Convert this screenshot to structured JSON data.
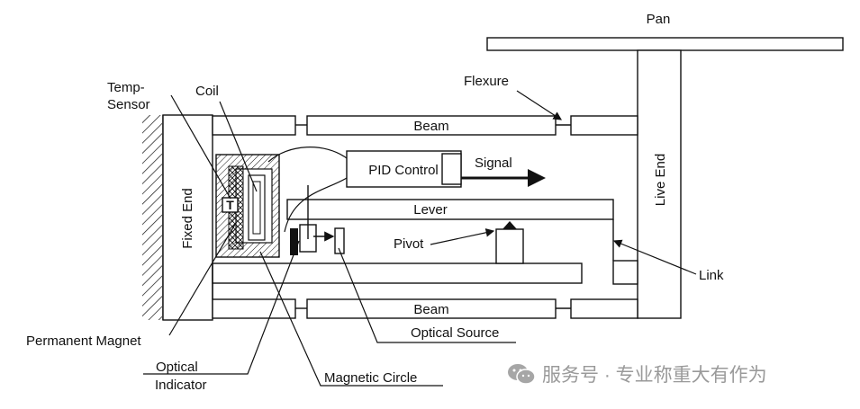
{
  "labels": {
    "pan": "Pan",
    "flexure": "Flexure",
    "temp_sensor_line1": "Temp-",
    "temp_sensor_line2": "Sensor",
    "coil": "Coil",
    "beam_top": "Beam",
    "beam_bottom": "Beam",
    "fixed_end": "Fixed End",
    "live_end": "Live End",
    "pid_control": "PID Control",
    "signal": "Signal",
    "lever": "Lever",
    "pivot": "Pivot",
    "link": "Link",
    "sensor_t": "T",
    "permanent_magnet": "Permanent Magnet",
    "optical_source": "Optical Source",
    "optical_indicator_line1": "Optical",
    "optical_indicator_line2": "Indicator",
    "magnetic_circle": "Magnetic Circle"
  },
  "watermark": {
    "text": "服务号 · 专业称重大有作为",
    "icon": "wechat-icon"
  }
}
